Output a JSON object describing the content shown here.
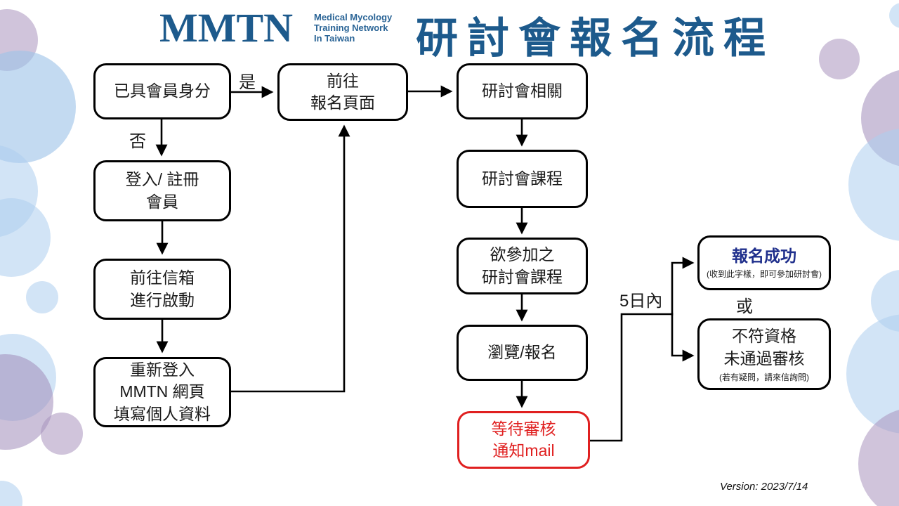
{
  "header": {
    "logo": {
      "acronym": "MMTN",
      "tagline_lines": [
        "Medical Mycology",
        "Training Network",
        "In Taiwan"
      ]
    },
    "title": "研討會報名流程"
  },
  "nodes": {
    "member_check": {
      "label": "已具會員身分"
    },
    "goto_registration": {
      "label": "前往\n報名頁面"
    },
    "seminar_related": {
      "label": "研討會相關"
    },
    "login_register": {
      "label": "登入/ 註冊\n會員"
    },
    "mailbox_activation": {
      "label": "前往信箱\n進行啟動"
    },
    "relogin_fill_profile": {
      "label": "重新登入\nMMTN 網頁\n填寫個人資料"
    },
    "seminar_courses": {
      "label": "研討會課程"
    },
    "desired_courses": {
      "label": "欲參加之\n研討會課程"
    },
    "browse_register": {
      "label": "瀏覽/報名"
    },
    "wait_review_mail": {
      "label": "等待審核\n通知mail"
    },
    "registration_success": {
      "label": "報名成功",
      "note": "(收到此字樣，即可參加研討會)"
    },
    "not_qualified": {
      "label": "不符資格\n未通過審核",
      "note": "(若有疑問，請來信詢問)"
    }
  },
  "edge_labels": {
    "yes": "是",
    "no": "否",
    "within_days": "5日內",
    "or": "或"
  },
  "footer": {
    "version": "Version: 2023/7/14"
  },
  "colors": {
    "brand_blue": "#1d5a8c",
    "success_navy": "#1f2f8c",
    "alert_red": "#e02020",
    "node_border": "#000000",
    "circle_blue": "#adceee",
    "circle_purple": "#aa94be"
  }
}
